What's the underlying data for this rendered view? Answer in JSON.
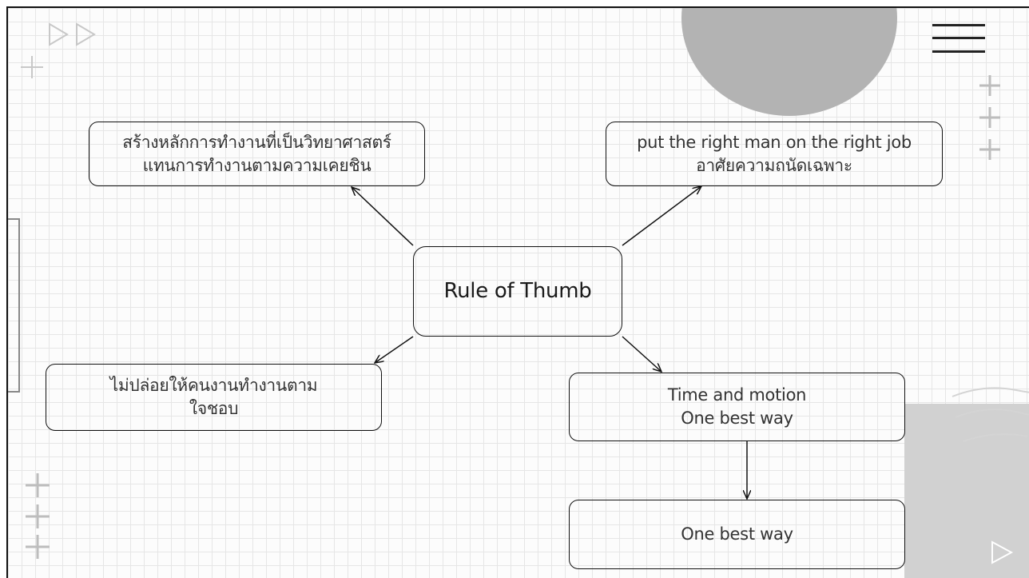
{
  "diagram": {
    "center": {
      "label": "Rule of Thumb"
    },
    "top_left": {
      "lines": [
        "สร้างหลักการทำงานที่เป็นวิทยาศาสตร์",
        "แทนการทำงานตามความเคยชิน"
      ]
    },
    "top_right": {
      "lines": [
        "put the right man on the right job",
        "อาศัยความถนัดเฉพาะ"
      ]
    },
    "bottom_left": {
      "lines": [
        "ไม่ปล่อยให้คนงานทำงานตาม",
        "ใจชอบ"
      ]
    },
    "bottom_right": {
      "lines": [
        "Time and motion",
        "One best way"
      ]
    },
    "bottom": {
      "label": "One best way"
    }
  },
  "decorations": {
    "accent_gray": "#b3b3b3",
    "light_gray": "#d1d1d1",
    "grid_color": "#e6e6e6",
    "icons": [
      "menu-icon",
      "play-triangle-icon",
      "plus-icon"
    ]
  }
}
